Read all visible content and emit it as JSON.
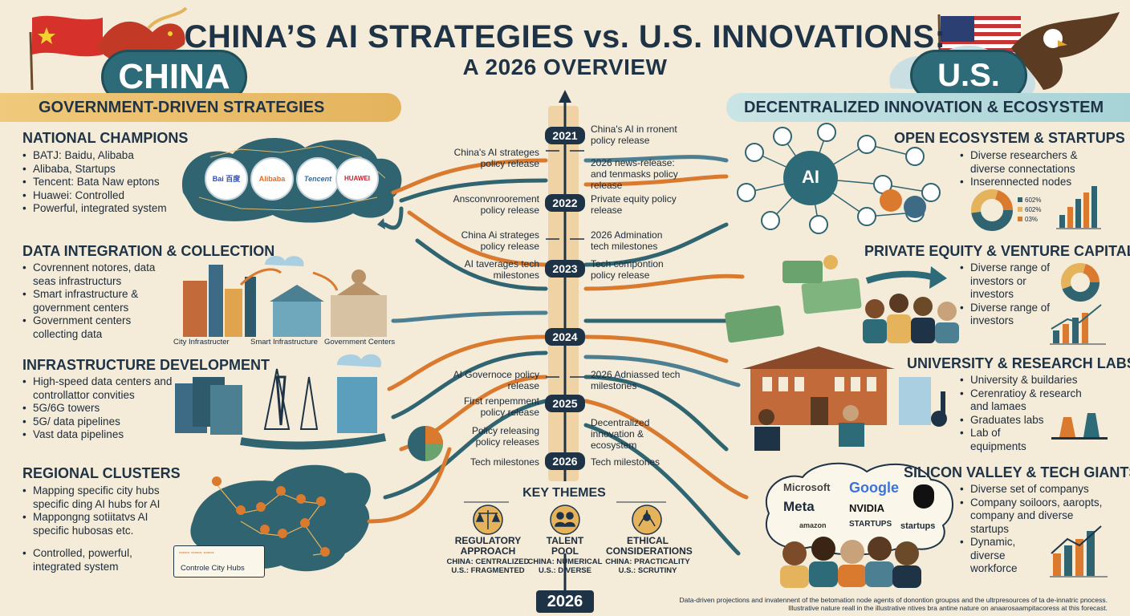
{
  "header": {
    "title_line1": "CHINA’S AI STRATEGIES vs. U.S. INNOVATIONS:",
    "title_line2": "A 2026 OVERVIEW"
  },
  "china": {
    "badge": "CHINA",
    "banner": "GOVERNMENT-DRIVEN STRATEGIES",
    "sections": [
      {
        "title": "NATIONAL CHAMPIONS",
        "bullets": [
          "BATJ: Baidu, Alibaba",
          "Alibaba, Startups",
          "Tencent: Bata Naw eptons",
          "Huawei: Controlled",
          "Powerful, integrated system"
        ]
      },
      {
        "title": "DATA INTEGRATION & COLLECTION",
        "bullets": [
          "Covrennent notores, data seas infrastructurs",
          "Smart infrastructure & government centers",
          "Government centers collecting data"
        ]
      },
      {
        "title": "INFRASTRUCTURE DEVELOPMENT",
        "bullets": [
          "High-speed data centers and controllattor convities",
          "5G/6G towers",
          "5G/ data pipelines",
          "Vast data pipelines"
        ]
      },
      {
        "title": "REGIONAL CLUSTERS",
        "bullets": [
          "Mapping specific city hubs specific ding AI hubs for AI",
          "Mappongng sotiitatvs AI specific hubosas etc."
        ]
      }
    ],
    "final_bullet": "Controlled, powerful, integrated system",
    "logos": [
      "Bai 百度",
      "Alibaba",
      "Tencent",
      "HUAWEI"
    ],
    "city_labels": [
      "City Infrastructer",
      "Smart Infrastructure",
      "Government Centers"
    ],
    "map_legend": "Controle City Hubs",
    "map_legend_small": "ꟷꟷ ꟷꟷ ꟷꟷ"
  },
  "us": {
    "badge": "U.S.",
    "banner": "DECENTRALIZED INNOVATION & ECOSYSTEM",
    "sections": [
      {
        "title": "OPEN ECOSYSTEM & STARTUPS",
        "bullets": [
          "Diverse researchers & diverse connectations",
          "Inserennected nodes"
        ]
      },
      {
        "title": "PRIVATE EQUITY & VENTURE CAPITAL",
        "bullets": [
          "Diverse range of investors or investors",
          "Diverse range of investors"
        ]
      },
      {
        "title": "UNIVERSITY & RESEARCH LABS",
        "bullets": [
          "University & buildaries",
          "Cerenratioy & research and lamaes",
          "Graduates labs",
          "Lab of equipments"
        ]
      },
      {
        "title": "SILICON VALLEY & TECH GIANTS",
        "bullets": [
          "Diverse set of companys",
          "Company soiloors, aaropts, company and diverse startups",
          "Dynamic, diverse workforce"
        ]
      }
    ],
    "ai_label": "AI",
    "donut_legend": [
      "602%",
      "602%",
      "03%"
    ],
    "companies": [
      "Microsoft",
      "Google",
      "Meta",
      "NVIDIA",
      "amazon",
      "STARTUPS",
      "startups"
    ]
  },
  "timeline": {
    "years": [
      "2021",
      "2022",
      "2023",
      "2024",
      "2025",
      "2026"
    ],
    "left_entries": [
      "China's AI strateges policy release",
      "Ansconvnroorement policy release",
      "China Ai strateges policy release",
      "AI taverages tech milestones",
      "AI Governoce policy release",
      "First renpemment policy release",
      "Policy releasing policy releases",
      "Tech milestones"
    ],
    "right_entries": [
      "China's AI in rronent policy release",
      "2026 news-release: and tenmasks policy release",
      "Private equity policy release",
      "2026 Admination tech milestones",
      "Tech compontion policy release",
      "2026 Adniassed tech milestones",
      "Decentralized innovation & ecosystem",
      "Tech milestones"
    ],
    "bottom_year": "2026"
  },
  "themes": {
    "title": "KEY THEMES",
    "items": [
      {
        "title": "REGULATORY APPROACH",
        "china": "CHINA: CENTRALIZED",
        "us": "U.S.: FRAGMENTED"
      },
      {
        "title": "TALENT POOL",
        "china": "CHINA: NUMERICAL",
        "us": "U.S.: DIVERSE"
      },
      {
        "title": "ETHICAL CONSIDERATIONS",
        "china": "CHINA: PRACTICALITY",
        "us": "U.S.: SCRUTINY"
      }
    ]
  },
  "footer": {
    "line1": "Data-driven projections and invatennent of the betomation node agents of donontion groupss and the ultrpresources of ta de-innatric pnocess.",
    "line2": "Illustrative nature reall in the illustrative ntives bra antine nature on anaarosaampitacoress at this forecast."
  },
  "colors": {
    "background": "#f4ecd9",
    "navy": "#1f3347",
    "teal": "#2d6b78",
    "china_banner": "#e4b35c",
    "us_banner": "#a7d3d6",
    "china_red": "#d6322b",
    "orange_flow": "#d97a2e"
  }
}
